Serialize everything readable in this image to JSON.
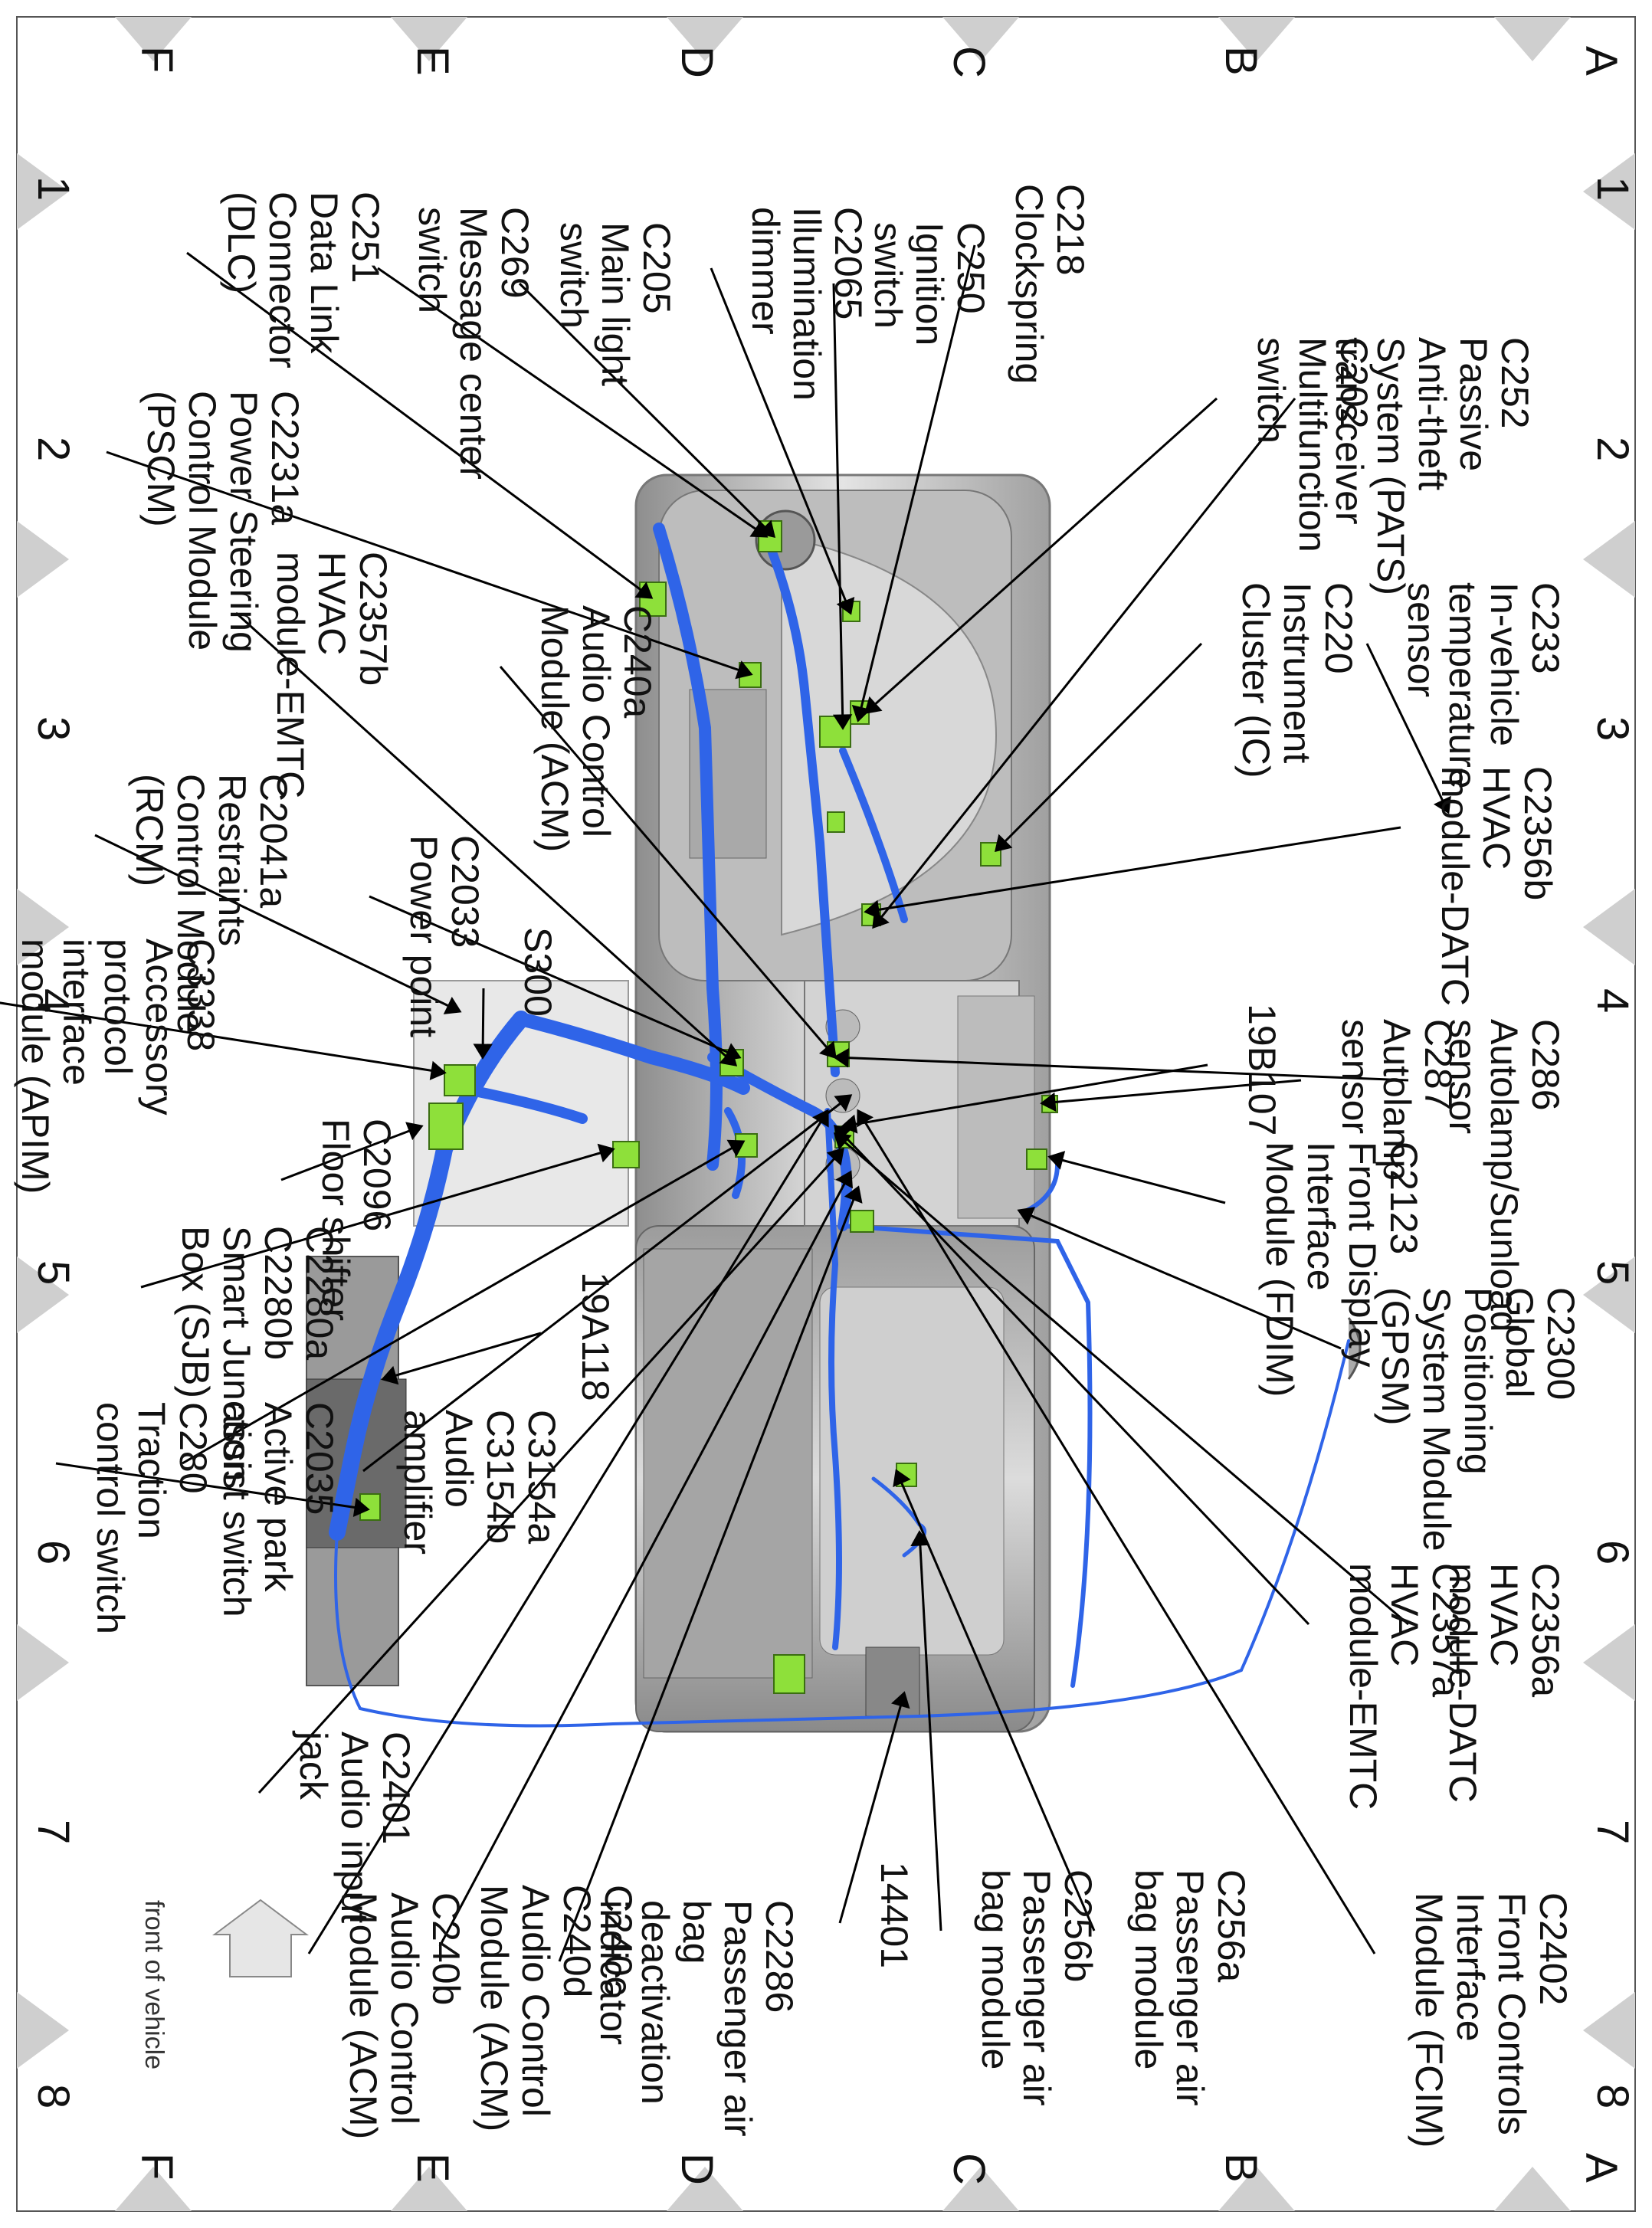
{
  "grid": {
    "rows": [
      "A",
      "B",
      "C",
      "D",
      "E",
      "F"
    ],
    "columns": [
      "1",
      "2",
      "3",
      "4",
      "5",
      "6",
      "7",
      "8"
    ]
  },
  "orientation_label": "front of vehicle",
  "components": [
    {
      "code": "C252",
      "desc": "Passive Anti-theft System (PATS) transceiver"
    },
    {
      "code": "C202",
      "desc": "Multifunction switch"
    },
    {
      "code": "C218",
      "desc": "Clockspring"
    },
    {
      "code": "C250",
      "desc": "Ignition switch"
    },
    {
      "code": "C2065",
      "desc": "Illumination dimmer"
    },
    {
      "code": "C205",
      "desc": "Main light switch"
    },
    {
      "code": "C269",
      "desc": "Message center switch"
    },
    {
      "code": "C251",
      "desc": "Data Link Connector (DLC)"
    },
    {
      "code": "C233",
      "desc": "In-vehicle temperature sensor"
    },
    {
      "code": "C220",
      "desc": "Instrument Cluster (IC)"
    },
    {
      "code": "C240a",
      "desc": "Audio Control Module (ACM)"
    },
    {
      "code": "C2231a",
      "desc": "Power Steering Control Module (PSCM)"
    },
    {
      "code": "C2357b",
      "desc": "HVAC module-EMTC"
    },
    {
      "code": "C2356b",
      "desc": "HVAC module-DATC"
    },
    {
      "code": "C2033",
      "desc": "Power point"
    },
    {
      "code": "C2041a",
      "desc": "Restraints Control Module (RCM)"
    },
    {
      "code": "S300",
      "desc": ""
    },
    {
      "code": "C3338",
      "desc": "Accessory protocol interface module (APIM)"
    },
    {
      "code": "C286",
      "desc": "Autolamp/Sunload sensor"
    },
    {
      "code": "C287",
      "desc": "Autolamp sensor"
    },
    {
      "code": "19B107",
      "desc": ""
    },
    {
      "code": "C2096",
      "desc": "Floor shifter"
    },
    {
      "code": "C2123",
      "desc": "Front Display Interface Module (FDIM)"
    },
    {
      "code": "C2280a\nC2280b",
      "desc": "Smart Junction Box (SJB)"
    },
    {
      "code": "19A118",
      "desc": ""
    },
    {
      "code": "C2300",
      "desc": "Global Positioning System Module (GPSM)"
    },
    {
      "code": "C2035",
      "desc": "Active park assist switch"
    },
    {
      "code": "C280",
      "desc": "Traction control switch"
    },
    {
      "code": "C3154a\nC3154b",
      "desc": "Audio amplifier"
    },
    {
      "code": "C2356a",
      "desc": "HVAC module-DATC"
    },
    {
      "code": "C2357a",
      "desc": "HVAC module-EMTC"
    },
    {
      "code": "C2401",
      "desc": "Audio input jack"
    },
    {
      "code": "C2402",
      "desc": "Front Controls Interface Module (FCIM)"
    },
    {
      "code": "C256a",
      "desc": "Passenger air bag module"
    },
    {
      "code": "C256b",
      "desc": "Passenger air bag module"
    },
    {
      "code": "14401",
      "desc": ""
    },
    {
      "code": "C2286",
      "desc": "Passenger air bag deactivation indicator"
    },
    {
      "code": "C240c\nC240d",
      "desc": "Audio Control Module (ACM)"
    },
    {
      "code": "C240b",
      "desc": "Audio Control Module (ACM)"
    }
  ],
  "colors": {
    "harness": "#2f64e8",
    "connector": "#8ee03a",
    "panel": "#c9c9c9",
    "border_tri": "#cfcfcf"
  }
}
